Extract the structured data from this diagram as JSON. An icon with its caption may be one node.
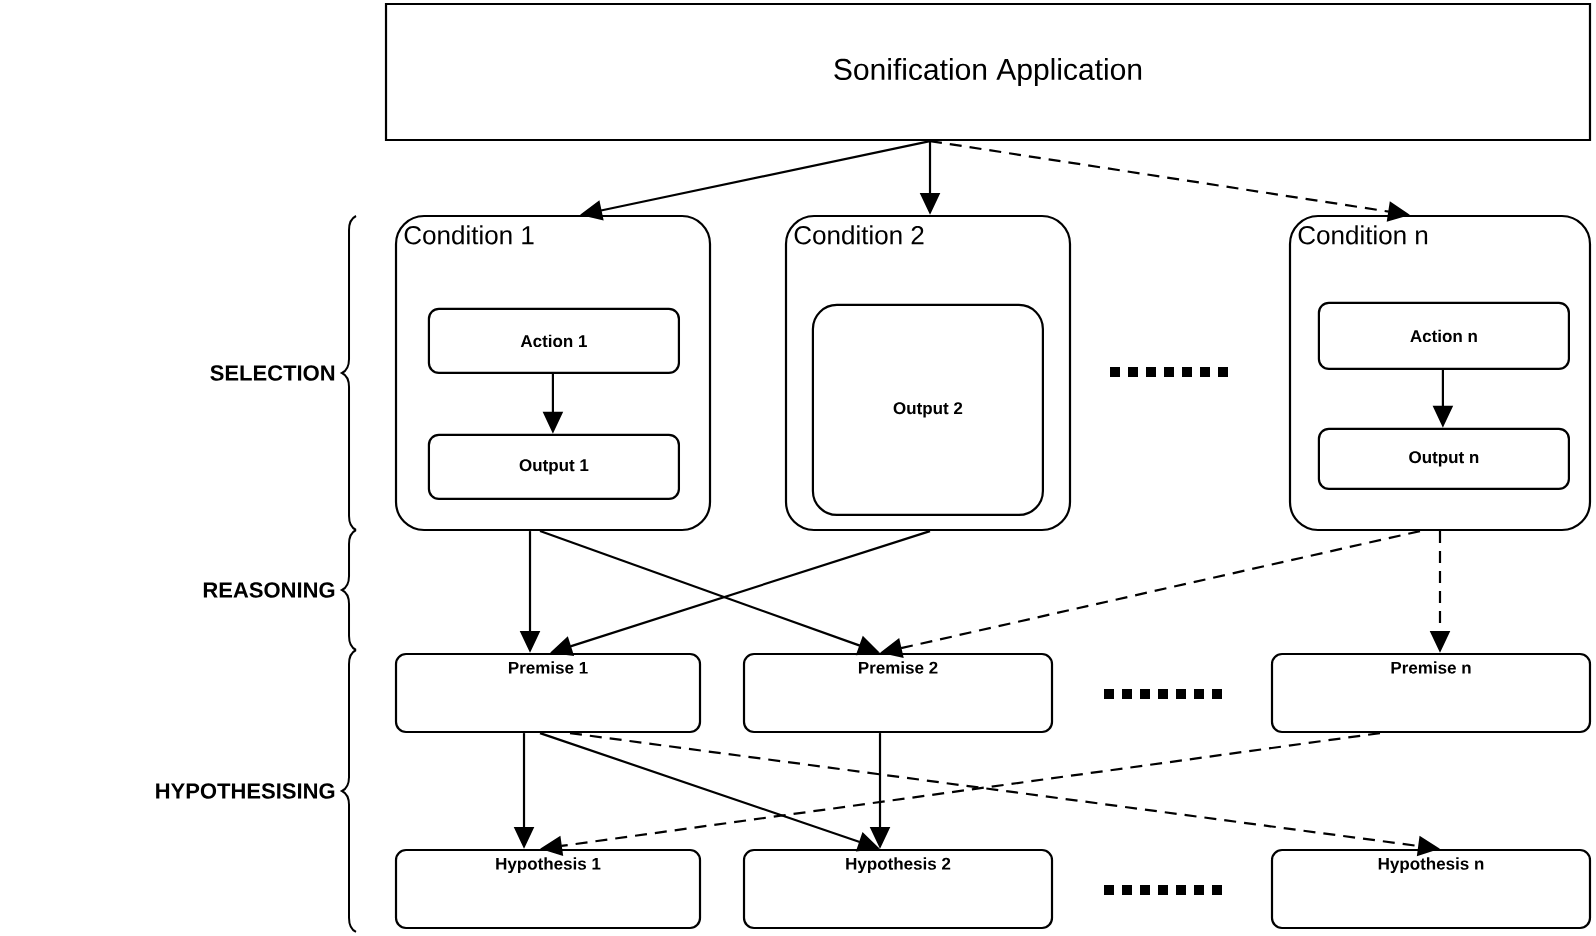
{
  "diagram": {
    "nodes": [
      {
        "text": [
          "Sonification Application"
        ]
      },
      {
        "text": [
          "Condition 1"
        ]
      },
      {
        "text": [
          "Action 1"
        ],
        "in": 1
      },
      {
        "text": [
          "Output 1"
        ],
        "in": 1
      },
      {
        "text": [
          "Condition 2"
        ]
      },
      {
        "text": [
          "Output 2"
        ],
        "in": 4
      },
      {
        "text": [
          "Condition n"
        ]
      },
      {
        "text": [
          "Action n"
        ],
        "in": 6
      },
      {
        "text": [
          "Output n"
        ],
        "in": 6
      },
      {
        "text": [
          "Premise 1"
        ]
      },
      {
        "text": [
          "Premise 2"
        ]
      },
      {
        "text": [
          "Premise n"
        ]
      },
      {
        "text": [
          "Hypothesis 1"
        ]
      },
      {
        "text": [
          "Hypothesis 2"
        ]
      },
      {
        "text": [
          "Hypothesis n"
        ]
      }
    ],
    "edges": [
      {
        "from": 0,
        "to": 1,
        "arrow": "to"
      },
      {
        "from": 0,
        "to": 4,
        "arrow": "to"
      },
      {
        "from": 0,
        "to": 6,
        "arrow": "to",
        "style": "dashed"
      },
      {
        "from": 2,
        "to": 3,
        "arrow": "to"
      },
      {
        "from": 7,
        "to": 8,
        "arrow": "to"
      },
      {
        "from": 1,
        "to": 9,
        "arrow": "to"
      },
      {
        "from": 1,
        "to": 10,
        "arrow": "to"
      },
      {
        "from": 4,
        "to": 9,
        "arrow": "to"
      },
      {
        "from": 6,
        "to": 10,
        "arrow": "to",
        "style": "dashed"
      },
      {
        "from": 6,
        "to": 11,
        "arrow": "to",
        "style": "dashed"
      },
      {
        "from": 9,
        "to": 12,
        "arrow": "to"
      },
      {
        "from": 9,
        "to": 13,
        "arrow": "to"
      },
      {
        "from": 9,
        "to": 14,
        "arrow": "to",
        "style": "dashed"
      },
      {
        "from": 10,
        "to": 13,
        "arrow": "to"
      },
      {
        "from": 11,
        "to": 12,
        "arrow": "to",
        "style": "dashed"
      }
    ],
    "labels": [
      "SELECTION",
      "REASONING",
      "HYPOTHESISING"
    ]
  }
}
